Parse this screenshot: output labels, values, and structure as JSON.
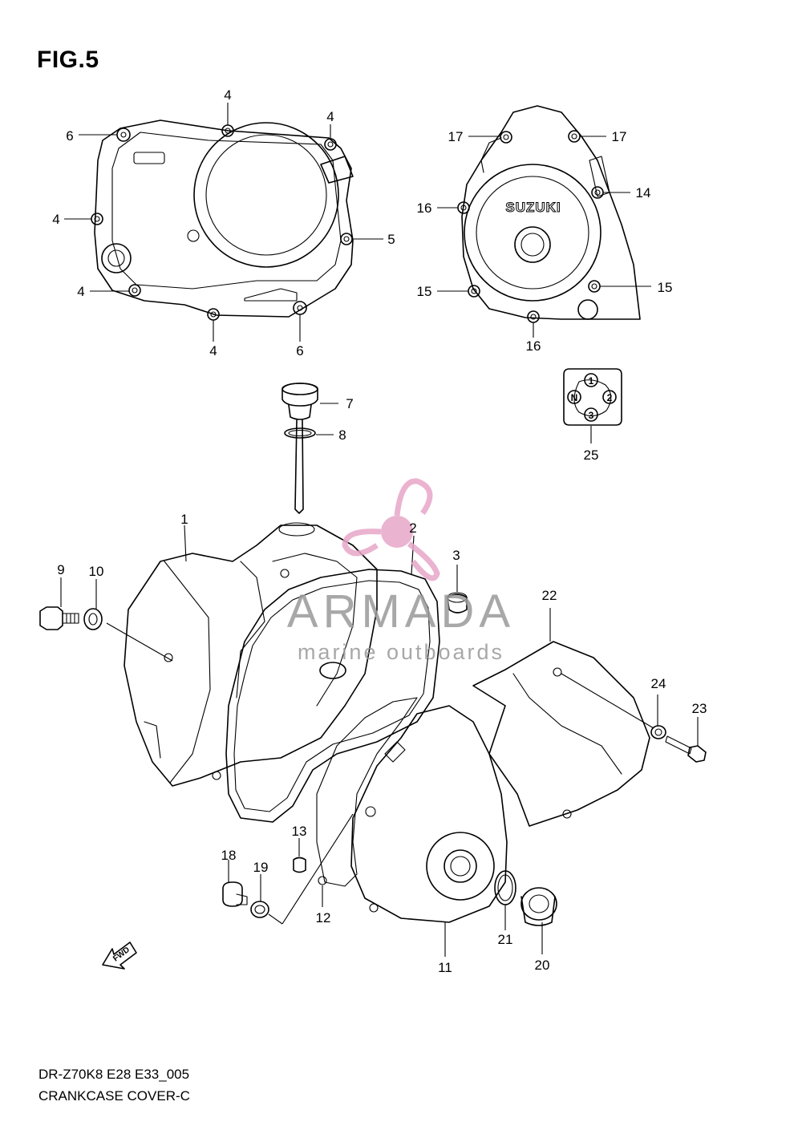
{
  "figure": {
    "title": "FIG.5",
    "model_code": "DR-Z70K8 E28 E33_005",
    "section_name": "CRANKCASE COVER-C"
  },
  "parts": [
    {
      "id": "p1",
      "number": "1"
    },
    {
      "id": "p2",
      "number": "2"
    },
    {
      "id": "p3",
      "number": "3"
    },
    {
      "id": "p4a",
      "number": "4"
    },
    {
      "id": "p4b",
      "number": "4"
    },
    {
      "id": "p4c",
      "number": "4"
    },
    {
      "id": "p4d",
      "number": "4"
    },
    {
      "id": "p4e",
      "number": "4"
    },
    {
      "id": "p5",
      "number": "5"
    },
    {
      "id": "p6a",
      "number": "6"
    },
    {
      "id": "p6b",
      "number": "6"
    },
    {
      "id": "p7",
      "number": "7"
    },
    {
      "id": "p8",
      "number": "8"
    },
    {
      "id": "p9",
      "number": "9"
    },
    {
      "id": "p10",
      "number": "10"
    },
    {
      "id": "p11",
      "number": "11"
    },
    {
      "id": "p12",
      "number": "12"
    },
    {
      "id": "p13",
      "number": "13"
    },
    {
      "id": "p14",
      "number": "14"
    },
    {
      "id": "p15a",
      "number": "15"
    },
    {
      "id": "p15b",
      "number": "15"
    },
    {
      "id": "p16a",
      "number": "16"
    },
    {
      "id": "p16b",
      "number": "16"
    },
    {
      "id": "p17a",
      "number": "17"
    },
    {
      "id": "p17b",
      "number": "17"
    },
    {
      "id": "p18",
      "number": "18"
    },
    {
      "id": "p19",
      "number": "19"
    },
    {
      "id": "p20",
      "number": "20"
    },
    {
      "id": "p21",
      "number": "21"
    },
    {
      "id": "p22",
      "number": "22"
    },
    {
      "id": "p23",
      "number": "23"
    },
    {
      "id": "p24",
      "number": "24"
    },
    {
      "id": "p25",
      "number": "25"
    }
  ],
  "cover_logo": "SUZUKI",
  "gear_indicator": [
    "1",
    "N",
    "2",
    "3"
  ],
  "fwd_arrow": "FWD",
  "watermark": {
    "brand": "ARMADA",
    "tagline": "marine outboards",
    "color": "#e7a6c8"
  }
}
